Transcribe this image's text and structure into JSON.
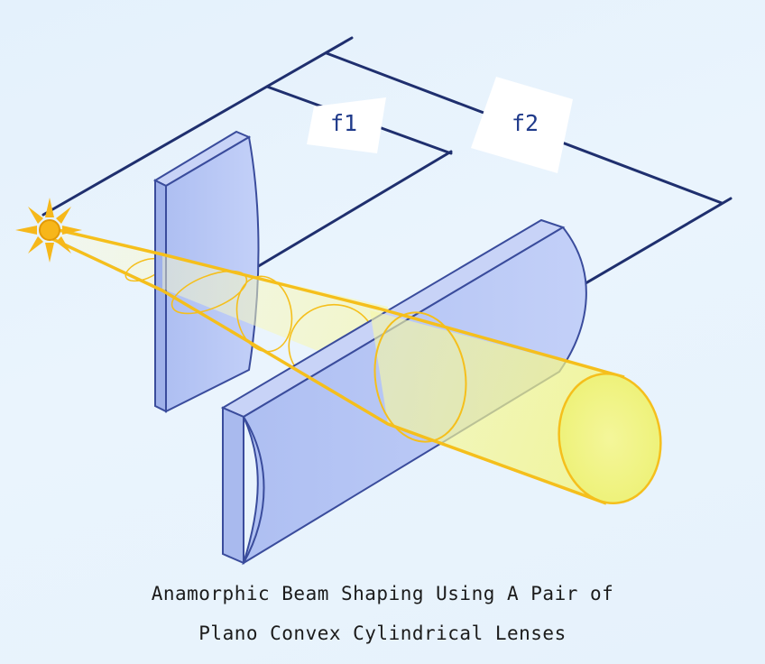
{
  "labels": {
    "f1": "f1",
    "f2": "f2"
  },
  "caption": {
    "line1": "Anamorphic Beam Shaping Using A Pair of",
    "line2": "Plano Convex Cylindrical Lenses"
  },
  "colors": {
    "dimension_line": "#1f2f6e",
    "lens_fill": "#b6c6f4",
    "lens_stroke": "#3a4c9c",
    "beam": "#f5bf1c",
    "beam_fill": "#f6f7a0",
    "source": "#f6b81a"
  },
  "icons": {
    "light_source": "sun-icon"
  }
}
